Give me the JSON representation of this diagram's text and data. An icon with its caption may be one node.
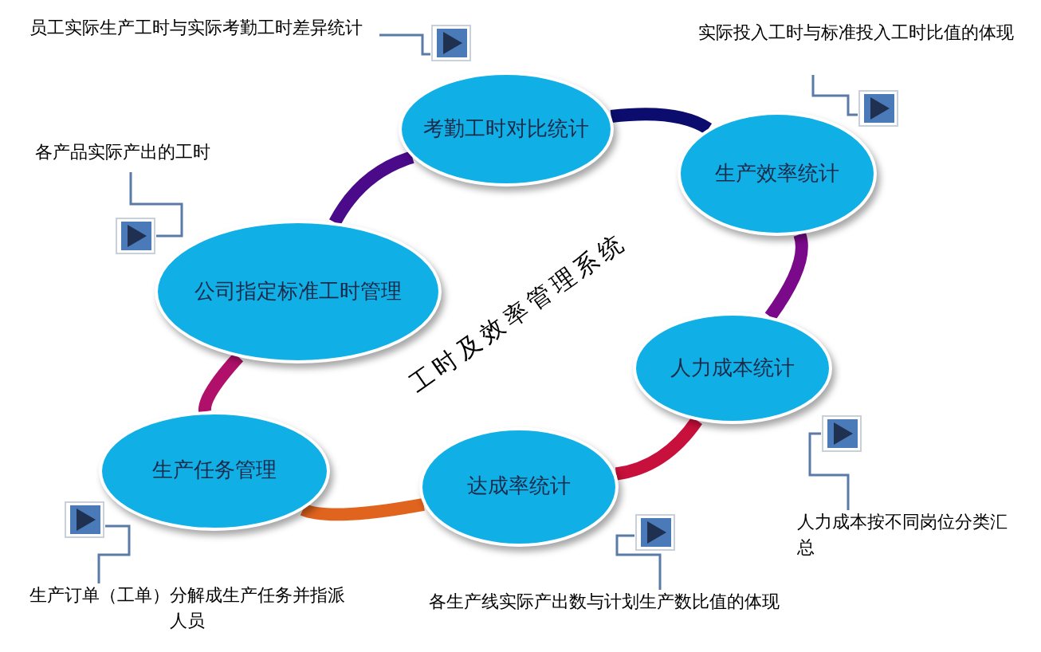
{
  "diagram": {
    "title": "工时及效率管理系统",
    "nodes": [
      {
        "text": [
          "考勤工时对比统计"
        ]
      },
      {
        "text": [
          "生产效率统计"
        ]
      },
      {
        "text": [
          "人力成本统计"
        ]
      },
      {
        "text": [
          "达成率统计"
        ]
      },
      {
        "text": [
          "生产任务管理"
        ]
      },
      {
        "text": [
          "公司指定标准工时管理"
        ]
      },
      {
        "text": [
          "员工实际生产工时与实际考勤工时差异统计"
        ]
      },
      {
        "text": [],
        "shape": "box"
      },
      {
        "text": [
          "实际投入工时与标准投入工时比值的体现"
        ]
      },
      {
        "text": [],
        "shape": "box"
      },
      {
        "text": [
          "各产品实际产出的工时"
        ]
      },
      {
        "text": [],
        "shape": "box"
      },
      {
        "text": [
          "人力成本按不同岗位分类汇总"
        ]
      },
      {
        "text": [],
        "shape": "box"
      },
      {
        "text": [
          "生产订单（工单）分解成生产任务并指派人员"
        ]
      },
      {
        "text": [],
        "shape": "box"
      },
      {
        "text": [
          "各生产线实际产出数与计划生产数比值的体现"
        ]
      },
      {
        "text": [],
        "shape": "box"
      }
    ],
    "edges": [
      {
        "from": 0,
        "to": 1,
        "arrow": "none",
        "style": "thick",
        "color": "#0c0c6e"
      },
      {
        "from": 1,
        "to": 2,
        "arrow": "none",
        "style": "thick",
        "color": "#7a0a8a"
      },
      {
        "from": 2,
        "to": 3,
        "arrow": "none",
        "style": "thick",
        "color": "#c8103c"
      },
      {
        "from": 3,
        "to": 4,
        "arrow": "none",
        "style": "thick",
        "color": "#e0641e"
      },
      {
        "from": 4,
        "to": 5,
        "arrow": "none",
        "style": "thick",
        "color": "#b0106a"
      },
      {
        "from": 5,
        "to": 0,
        "arrow": "none",
        "style": "thick",
        "color": "#4b0a8a"
      },
      {
        "from": 6,
        "to": 7,
        "arrow": "none"
      },
      {
        "from": 8,
        "to": 9,
        "arrow": "none"
      },
      {
        "from": 10,
        "to": 11,
        "arrow": "none"
      },
      {
        "from": 12,
        "to": 13,
        "arrow": "none"
      },
      {
        "from": 14,
        "to": 15,
        "arrow": "none"
      },
      {
        "from": 16,
        "to": 17,
        "arrow": "none"
      }
    ]
  }
}
